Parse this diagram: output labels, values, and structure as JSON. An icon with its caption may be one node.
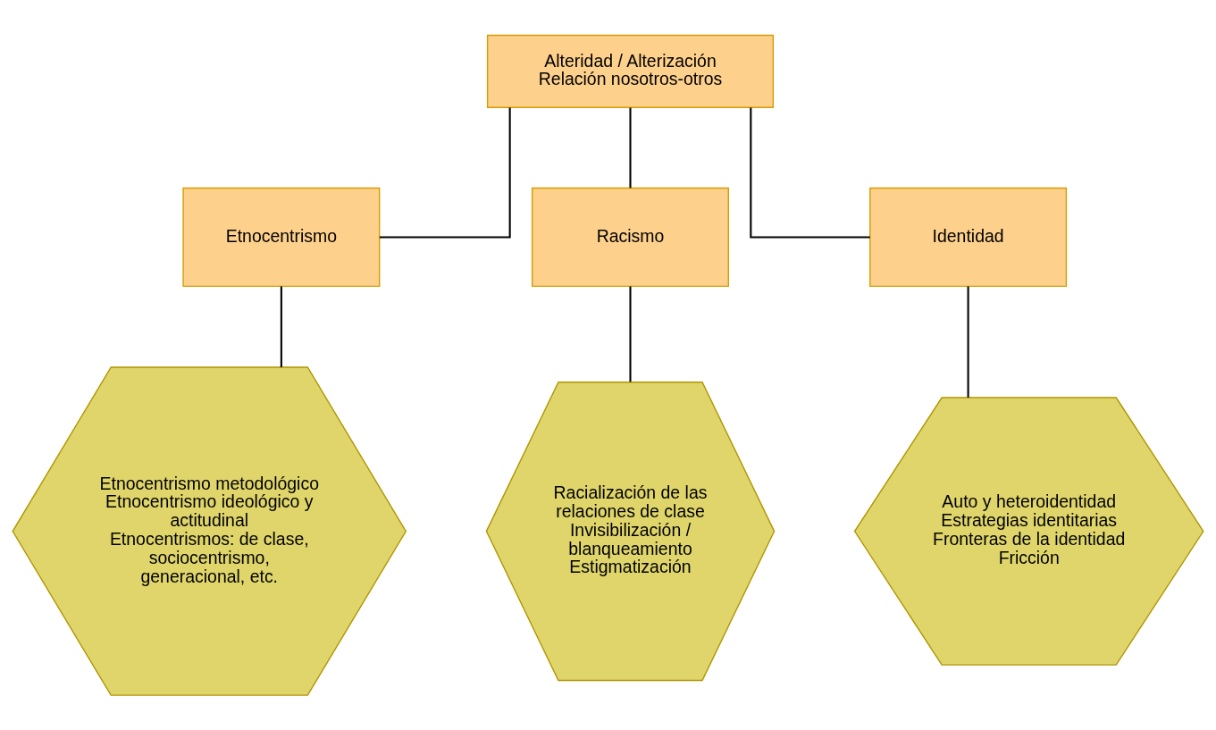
{
  "diagram": {
    "nodes": [
      {
        "text": [
          "Alteridad / Alterización",
          "Relación nosotros-otros"
        ]
      },
      {
        "text": [
          "Etnocentrismo"
        ]
      },
      {
        "text": [
          "Racismo"
        ]
      },
      {
        "text": [
          "Identidad"
        ]
      },
      {
        "text": [
          "Etnocentrismo metodológico",
          "Etnocentrismo ideológico y actitudinal",
          "Etnocentrismos: de clase, sociocentrismo, generacional, etc."
        ]
      },
      {
        "text": [
          "Racialización de las relaciones de clase",
          "Invisibilización / blanqueamiento",
          "Estigmatización"
        ]
      },
      {
        "text": [
          "Auto y heteroidentidad",
          "Estrategias identitarias",
          "Fronteras de la identidad",
          "Fricción"
        ]
      }
    ],
    "edges": [
      {
        "from": 0,
        "to": 1,
        "arrow": "none"
      },
      {
        "from": 0,
        "to": 2,
        "arrow": "none"
      },
      {
        "from": 0,
        "to": 3,
        "arrow": "none"
      },
      {
        "from": 1,
        "to": 4,
        "arrow": "none"
      },
      {
        "from": 2,
        "to": 5,
        "arrow": "none"
      },
      {
        "from": 3,
        "to": 6,
        "arrow": "none"
      }
    ]
  }
}
